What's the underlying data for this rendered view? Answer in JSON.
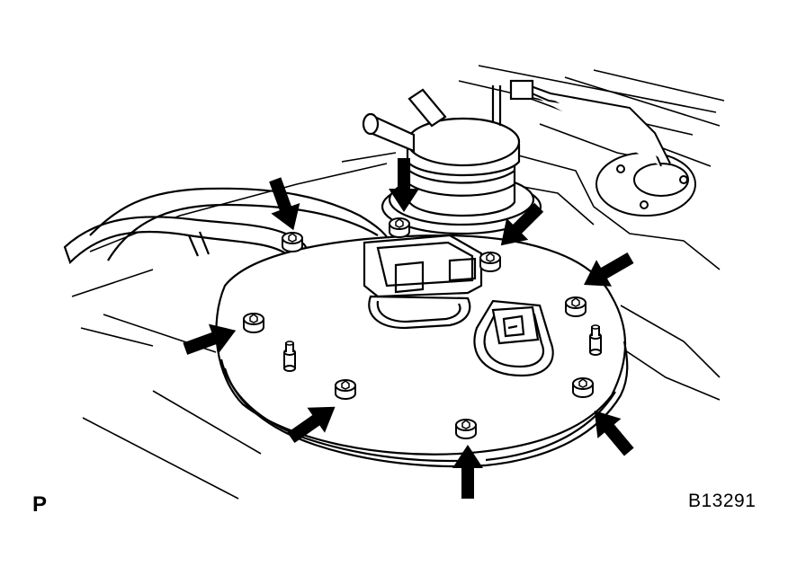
{
  "figure": {
    "view_label": "P",
    "figure_code": "B13291",
    "colors": {
      "ink": "#000000",
      "paper": "#ffffff"
    },
    "arrows": [
      {
        "name": "arrow-hose-clamp-bolt"
      },
      {
        "name": "arrow-pump-top-bolt"
      },
      {
        "name": "arrow-connector-right-bolt"
      },
      {
        "name": "arrow-right-upper-bolt"
      },
      {
        "name": "arrow-left-upper-bolt"
      },
      {
        "name": "arrow-left-lower-bolt"
      },
      {
        "name": "arrow-bottom-bolt"
      },
      {
        "name": "arrow-right-lower-bolt"
      }
    ]
  }
}
